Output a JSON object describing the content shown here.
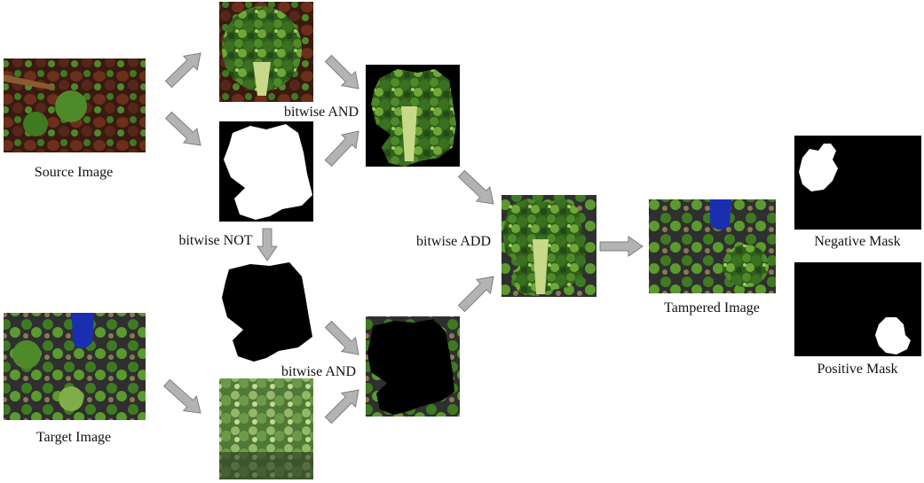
{
  "labels": {
    "source_image": "Source Image",
    "target_image": "Target Image",
    "bitwise_and_top": "bitwise AND",
    "bitwise_not": "bitwise NOT",
    "bitwise_and_bottom": "bitwise AND",
    "bitwise_add": "bitwise ADD",
    "tampered_image": "Tampered Image",
    "negative_mask": "Negative Mask",
    "positive_mask": "Positive Mask"
  },
  "colors": {
    "arrow_fill": "#b3b3b3",
    "arrow_stroke": "#7f7f7f",
    "mask_black": "#000000",
    "mask_white": "#ffffff",
    "broccoli_dark": "#1f4a14",
    "broccoli_mid": "#3f7a22",
    "broccoli_light": "#8fbf4a",
    "meat": "#5a2a1a",
    "pan": "#3a3a3a",
    "spoon": "#1a2fb0"
  }
}
